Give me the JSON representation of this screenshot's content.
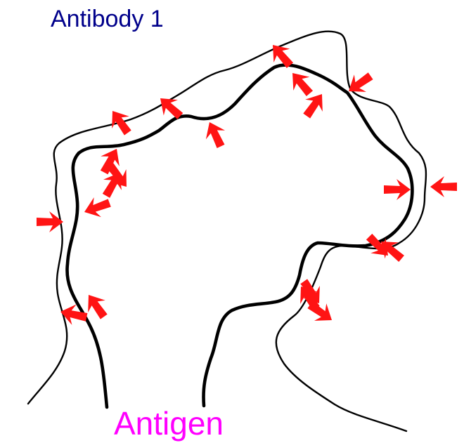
{
  "labels": {
    "antibody": "Antibody 1",
    "antigen": "Antigen"
  },
  "colors": {
    "antibody_label": "#00008b",
    "antigen_label": "#ff00ff",
    "arrow": "#ff1414",
    "strand": "#000000"
  },
  "marks": {
    "binding_arrow_count": 21
  }
}
